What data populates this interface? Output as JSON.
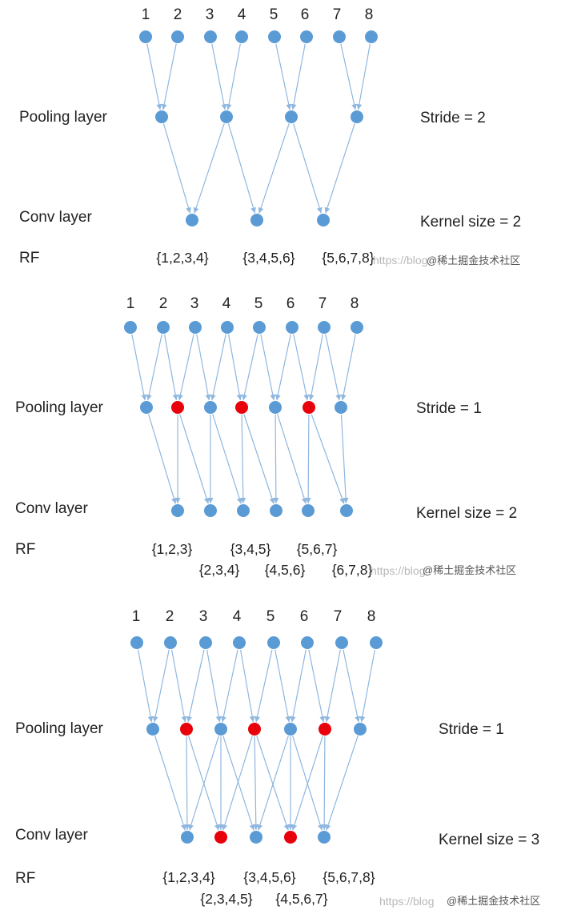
{
  "colors": {
    "node": "#5b9bd5",
    "highlight": "#e8000b",
    "edge": "#8fb7df",
    "text": "#222222"
  },
  "panels": [
    {
      "id": "stride-2",
      "input_labels": [
        "1",
        "2",
        "3",
        "4",
        "5",
        "6",
        "7",
        "8"
      ],
      "pooling_label": "Pooling layer",
      "conv_label": "Conv layer",
      "rf_label": "RF",
      "stride_text": "Stride = 2",
      "kernel_text": "Kernel size = 2",
      "pooling_highlighted": [
        false,
        false,
        false,
        false
      ],
      "conv_highlighted": [
        false,
        false,
        false
      ],
      "rf_sets": [
        "{1,2,3,4}",
        "{3,4,5,6}",
        "{5,6,7,8}"
      ],
      "watermark": "https://blog",
      "watermark_brand": "@稀土掘金技术社区"
    },
    {
      "id": "stride-1-kernel-2",
      "input_labels": [
        "1",
        "2",
        "3",
        "4",
        "5",
        "6",
        "7",
        "8"
      ],
      "pooling_label": "Pooling layer",
      "conv_label": "Conv layer",
      "rf_label": "RF",
      "stride_text": "Stride = 1",
      "kernel_text": "Kernel size = 2",
      "pooling_highlighted": [
        false,
        true,
        false,
        true,
        false,
        true,
        false
      ],
      "conv_highlighted": [
        false,
        false,
        false,
        false,
        false,
        false
      ],
      "rf_sets": [
        "{1,2,3}",
        "{2,3,4}",
        "{3,4,5}",
        "{4,5,6}",
        "{5,6,7}",
        "{6,7,8}"
      ],
      "watermark": "https://blog",
      "watermark_brand": "@稀土掘金技术社区"
    },
    {
      "id": "stride-1-kernel-3",
      "input_labels": [
        "1",
        "2",
        "3",
        "4",
        "5",
        "6",
        "7",
        "8"
      ],
      "pooling_label": "Pooling layer",
      "conv_label": "Conv layer",
      "rf_label": "RF",
      "stride_text": "Stride = 1",
      "kernel_text": "Kernel size = 3",
      "pooling_highlighted": [
        false,
        true,
        false,
        true,
        false,
        true,
        false
      ],
      "conv_highlighted": [
        false,
        true,
        false,
        true,
        false
      ],
      "rf_sets": [
        "{1,2,3,4}",
        "{2,3,4,5}",
        "{3,4,5,6}",
        "{4,5,6,7}",
        "{5,6,7,8}"
      ],
      "watermark": "https://blog",
      "watermark_brand": "@稀土掘金技术社区"
    }
  ]
}
